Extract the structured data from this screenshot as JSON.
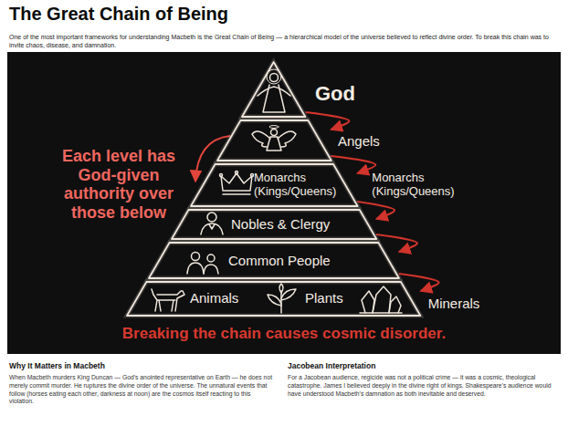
{
  "diagram": {
    "title": "The Great Chain of Being",
    "nodes": [
      {
        "text": [
          "God"
        ]
      },
      {
        "text": [
          "Angels"
        ]
      },
      {
        "text": [
          "Monarchs (Kings/Queens)",
          "Monarchs (Kings/Queens)"
        ]
      },
      {
        "text": [
          "Nobles & Clergy"
        ]
      },
      {
        "text": [
          "Common People"
        ]
      },
      {
        "text": [
          "Animals",
          "Plants",
          "Minerals"
        ]
      }
    ],
    "edges": [
      {
        "from": 0,
        "to": 1,
        "arrow": "to"
      },
      {
        "from": 1,
        "to": 2,
        "arrow": "to"
      },
      {
        "from": 2,
        "to": 3,
        "arrow": "to"
      },
      {
        "from": 3,
        "to": 4,
        "arrow": "to"
      },
      {
        "from": 4,
        "to": 5,
        "arrow": "to"
      }
    ],
    "labels": [
      "One of the most important frameworks for understanding Macbeth is the Great Chain of Being — a hierarchical model of the universe believed to reflect divine order. To break this chain was to invite chaos, disease, and damnation.",
      "Each level has God-given authority over those below",
      "Breaking the chain causes cosmic disorder.",
      "Why It Matters in Macbeth",
      "When Macbeth murders King Duncan — God's anointed representative on Earth — he does not merely commit murder. He ruptures the divine order of the universe. The unnatural events that follow (horses eating each other, darkness at noon) are the cosmos itself reacting to this violation.",
      "Jacobean Interpretation",
      "For a Jacobean audience, regicide was not a political crime — it was a cosmic, theological catastrophe. James I believed deeply in the divine right of kings. Shakespeare's audience would have understood Macbeth's damnation as both inevitable and deserved."
    ]
  }
}
